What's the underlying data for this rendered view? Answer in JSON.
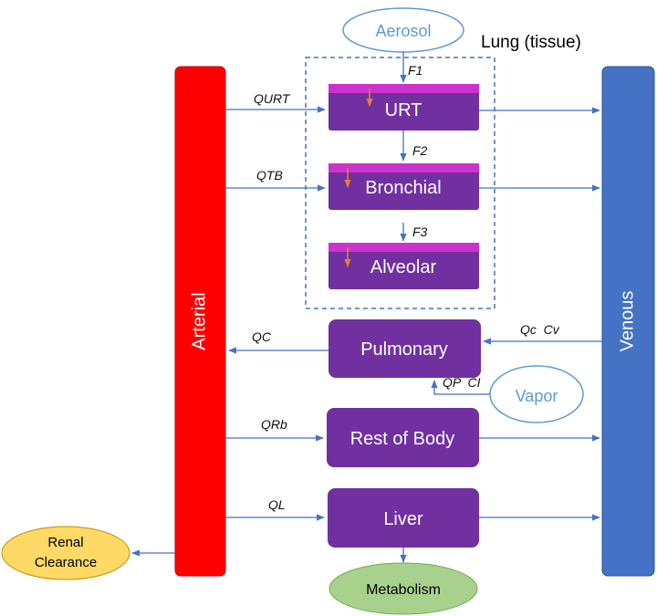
{
  "title": "Lung (tissue)",
  "bars": {
    "arterial": "Arterial",
    "venous": "Venous"
  },
  "inputs": {
    "aerosol": "Aerosol",
    "vapor": "Vapor"
  },
  "compartments": {
    "urt": "URT",
    "bronchial": "Bronchial",
    "alveolar": "Alveolar",
    "pulmonary": "Pulmonary",
    "rest_of_body": "Rest of Body",
    "liver": "Liver"
  },
  "outputs": {
    "renal_line1": "Renal",
    "renal_line2": "Clearance",
    "metabolism": "Metabolism"
  },
  "flows": {
    "f1": "F1",
    "f2": "F2",
    "f3": "F3",
    "qurt": "QURT",
    "qtb": "QTB",
    "qc": "QC",
    "qc_cv": "Qc  Cv",
    "qp_ci": "QP  CI",
    "qrb": "QRb",
    "ql": "QL"
  },
  "colors": {
    "arterial": "#ff0000",
    "venous": "#4472c4",
    "compartment": "#7030a0",
    "epithelium": "#cc33cc",
    "input_stroke": "#5b9bd5",
    "input_text": "#5b9bd5",
    "renal": "#ffd966",
    "metabolism": "#a9d18e",
    "arrow": "#4472c4",
    "deposition": "#ed7d31"
  }
}
